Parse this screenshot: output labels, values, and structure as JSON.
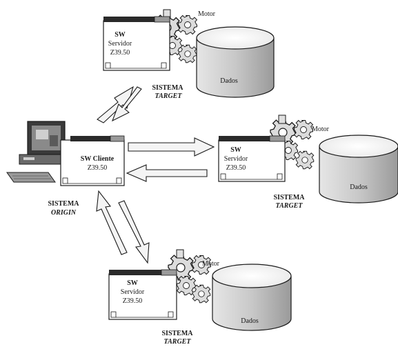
{
  "client": {
    "line1": "SW Cliente",
    "line2": "Z39.50",
    "caption_line1": "SISTEMA",
    "caption_line2": "ORIGIN"
  },
  "servers": [
    {
      "sw_line1": "SW",
      "sw_line2": "Servidor",
      "sw_line3": "Z39.50",
      "motor": "Motor",
      "db": "Dados",
      "caption_line1": "SISTEMA",
      "caption_line2": "TARGET"
    },
    {
      "sw_line1": "SW",
      "sw_line2": "Servidor",
      "sw_line3": "Z39.50",
      "motor": "Motor",
      "db": "Dados",
      "caption_line1": "SISTEMA",
      "caption_line2": "TARGET"
    },
    {
      "sw_line1": "SW",
      "sw_line2": "Servidor",
      "sw_line3": "Z39.50",
      "motor": "Motor",
      "db": "Dados",
      "caption_line1": "SISTEMA",
      "caption_line2": "TARGET"
    }
  ],
  "colors": {
    "ink": "#1a1a1a",
    "window_bar": "#2a2a2a",
    "gear_fill": "#d9d9d9",
    "db_fill": "#cfcfcf",
    "arrow_fill": "#f4f4f4"
  },
  "icons": [
    "computer-icon",
    "gear-icon",
    "database-icon",
    "window-icon",
    "arrow-icon"
  ]
}
